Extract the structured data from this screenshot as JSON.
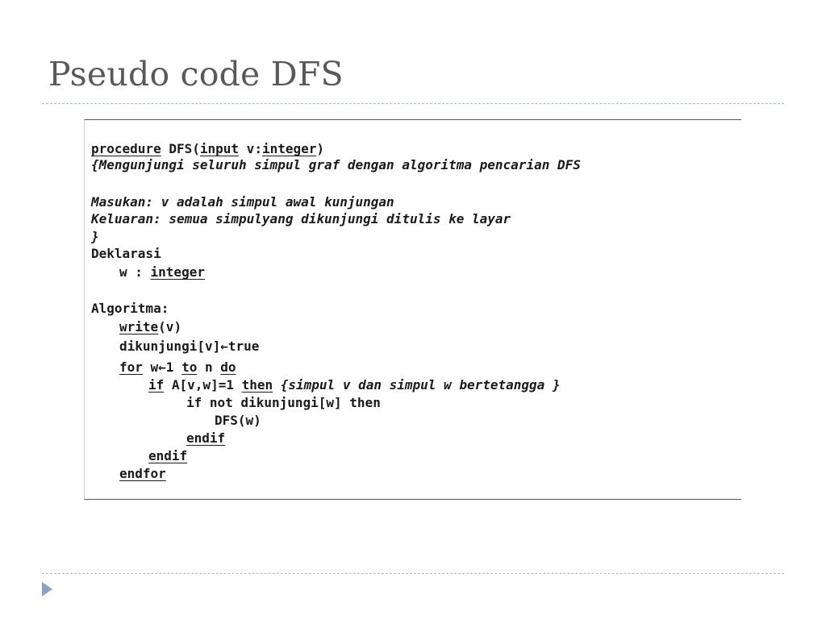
{
  "slide": {
    "title": "Pseudo code DFS"
  },
  "code": {
    "header_kw": "procedure",
    "header_name": " DFS(",
    "header_input_kw": "input",
    "header_param": " v:",
    "header_type": "integer",
    "header_close": ")",
    "comment_line1": "{Mengunjungi seluruh simpul graf dengan algoritma pencarian DFS",
    "input_line": "Masukan: v adalah simpul awal kunjungan",
    "output_line": "Keluaran: semua simpulyang dikunjungi ditulis ke layar",
    "comment_close": "}",
    "decl_label": "Deklarasi",
    "decl_var": "w : ",
    "decl_type": "integer",
    "algo_label": "Algoritma:",
    "write_kw": "write",
    "write_arg": "(v)",
    "assign_line": "dikunjungi[v]←true",
    "for_kw": "for",
    "for_mid1": " w←1 ",
    "to_kw": "to",
    "for_mid2": " n ",
    "do_kw": "do",
    "if_kw": "if",
    "if_cond": " A[v,w]=1 ",
    "then_kw": "then",
    "if_comment": " {simpul v dan simpul w bertetangga }",
    "inner_if_line": "if not dikunjungi[w] then",
    "dfs_call": "DFS(w)",
    "endif_inner": "endif",
    "endif_outer": "endif",
    "endfor": "endfor"
  },
  "icons": {
    "nav": "triangle-bullet-icon"
  },
  "colors": {
    "title": "#595959",
    "divider": "#a9b8c9",
    "bullet": "#8aa3c1"
  }
}
